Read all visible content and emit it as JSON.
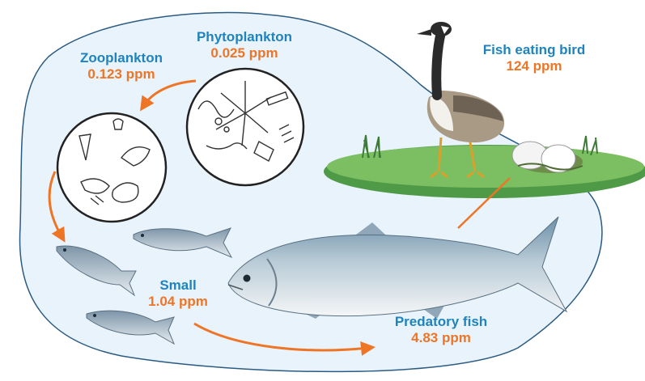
{
  "colors": {
    "water": "#e9f3fb",
    "water_outline": "#2b5b82",
    "label_blue": "#1f83bd",
    "value_orange": "#ee7526",
    "arrow_orange": "#ee7526",
    "grass": "#4f9a47"
  },
  "stages": {
    "phytoplankton": {
      "name": "Phytoplankton",
      "value": "0.025 ppm"
    },
    "zooplankton": {
      "name": "Zooplankton",
      "value": "0.123 ppm"
    },
    "small_fish": {
      "name": "Small",
      "value": "1.04 ppm"
    },
    "predatory_fish": {
      "name": "Predatory fish",
      "value": "4.83 ppm"
    },
    "bird": {
      "name": "Fish eating bird",
      "value": "124 ppm"
    }
  }
}
